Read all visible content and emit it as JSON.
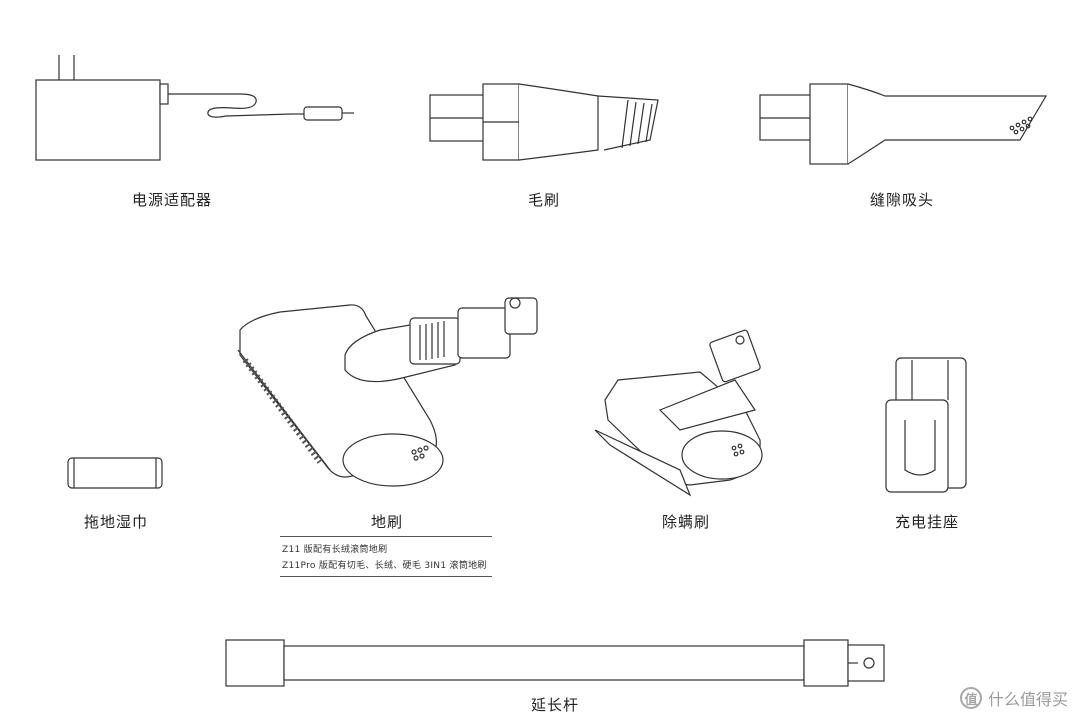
{
  "labels": {
    "adapter": "电源适配器",
    "brush": "毛刷",
    "crevice": "缝隙吸头",
    "wipe": "拖地湿巾",
    "floor_brush": "地刷",
    "mite_brush": "除螨刷",
    "charging_mount": "充电挂座",
    "extension_rod": "延长杆"
  },
  "notes": {
    "line1": "Z11 版配有长绒滚筒地刷",
    "line2": "Z11Pro 版配有切毛、长绒、硬毛 3IN1 滚筒地刷"
  },
  "watermark": {
    "symbol": "值",
    "text": "什么值得买"
  }
}
